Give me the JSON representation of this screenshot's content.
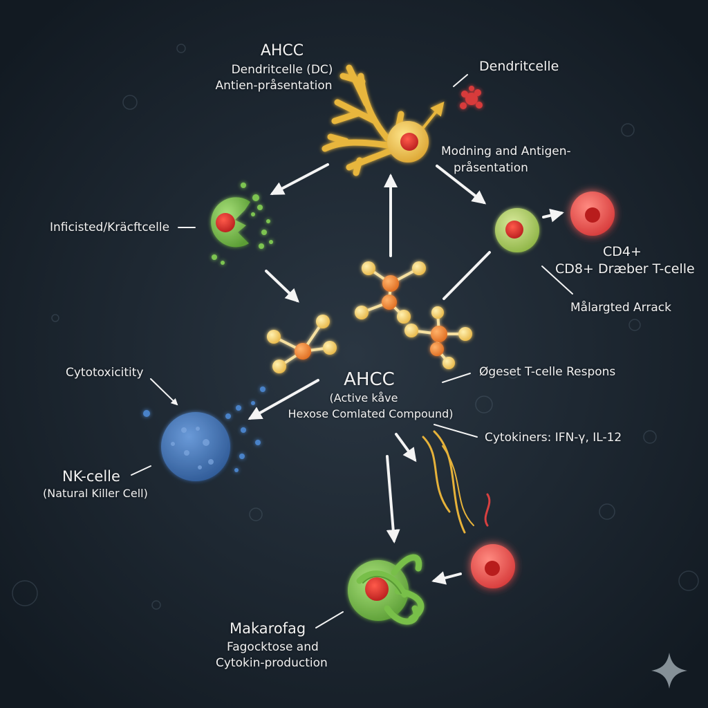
{
  "colors": {
    "background": "#17212b",
    "arrow": "#f4f4f4",
    "dendritic": "#e8b63d",
    "dc_body": "#f0c84a",
    "infected": "#7dc451",
    "t_cell": "#b4d066",
    "killer": "#ec4b4b",
    "nk": "#3f74b8",
    "macrophage": "#78bf4a",
    "molecule_orange": "#ee8a3a",
    "molecule_yellow": "#f6d27a",
    "cytokine_yellow": "#e6b23a",
    "cytokine_red": "#d84040",
    "nucleus": "#d42a2a"
  },
  "labels": {
    "top_title": "AHCC",
    "top_dc": "Dendritcelle (DC)",
    "top_antigen": "Antien-pråsentation",
    "dendritcelle": "Dendritcelle",
    "modning_1": "Modning and Antigen-",
    "modning_2": "pråsentation",
    "infected": "Inficisted/Kräcftcelle",
    "cd4": "CD4+",
    "cd8": "CD8+ Dræber T-celle",
    "malrettet": "Målargted Arrack",
    "cytotox": "Cytotoxicitity",
    "oget": "Øgeset T-celle Respons",
    "center_title": "AHCC",
    "center_sub_1": "(Active kåve",
    "center_sub_2": "Hexose Comlated Compound)",
    "cytokines": "Cytokiners: IFN-γ, IL-12",
    "nk_title": "NK-celle",
    "nk_sub": "(Natural Killer Cell)",
    "macro_title": "Makarofag",
    "macro_sub_1": "Fagocktose and",
    "macro_sub_2": "Cytokin-production"
  },
  "icons": {
    "sparkle": "sparkle-icon"
  }
}
